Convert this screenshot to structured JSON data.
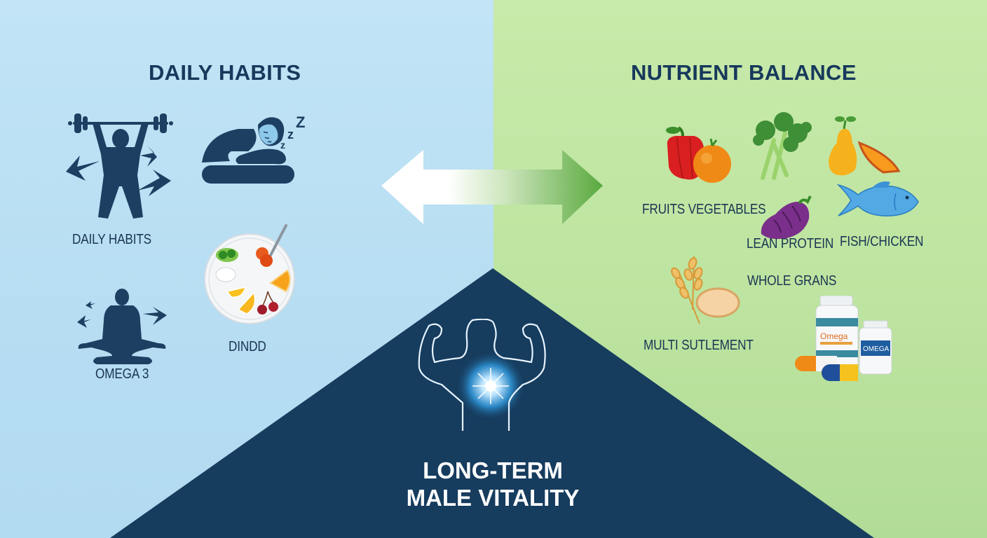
{
  "left_panel": {
    "heading": "DAILY HABITS",
    "background": "#b6ddf2",
    "items": [
      {
        "icon": "weightlifter-icon",
        "label": "DAILY HABITS"
      },
      {
        "icon": "sleeping-person-icon",
        "label": ""
      },
      {
        "icon": "meditation-icon",
        "label": "OMEGA 3"
      },
      {
        "icon": "food-plate-icon",
        "label": "DINDD"
      }
    ]
  },
  "right_panel": {
    "heading": "NUTRIENT BALANCE",
    "background": "#bde4a0",
    "items": [
      {
        "icon": "pepper-orange-icon",
        "label": "FRUITS VEGETABLES"
      },
      {
        "icon": "leafy-greens-icon",
        "label": ""
      },
      {
        "icon": "pear-orange-slice-icon",
        "label": ""
      },
      {
        "icon": "eggplant-icon",
        "label": "LEAN PROTEIN"
      },
      {
        "icon": "fish-icon",
        "label": "FISH/CHICKEN"
      },
      {
        "icon": "wheat-bread-icon",
        "label": "WHOLE GRANS"
      },
      {
        "icon": "supplement-bottles-icon",
        "label": "MULTI SUTLEMENT"
      }
    ],
    "bottle_labels": [
      "Omega",
      "OMEGA"
    ]
  },
  "center": {
    "arrow_icon": "double-arrow-icon",
    "title_line1": "LONG-TERM",
    "title_line2": "MALE VITALITY",
    "icon": "strong-man-glow-icon",
    "background": "#163c5e"
  }
}
